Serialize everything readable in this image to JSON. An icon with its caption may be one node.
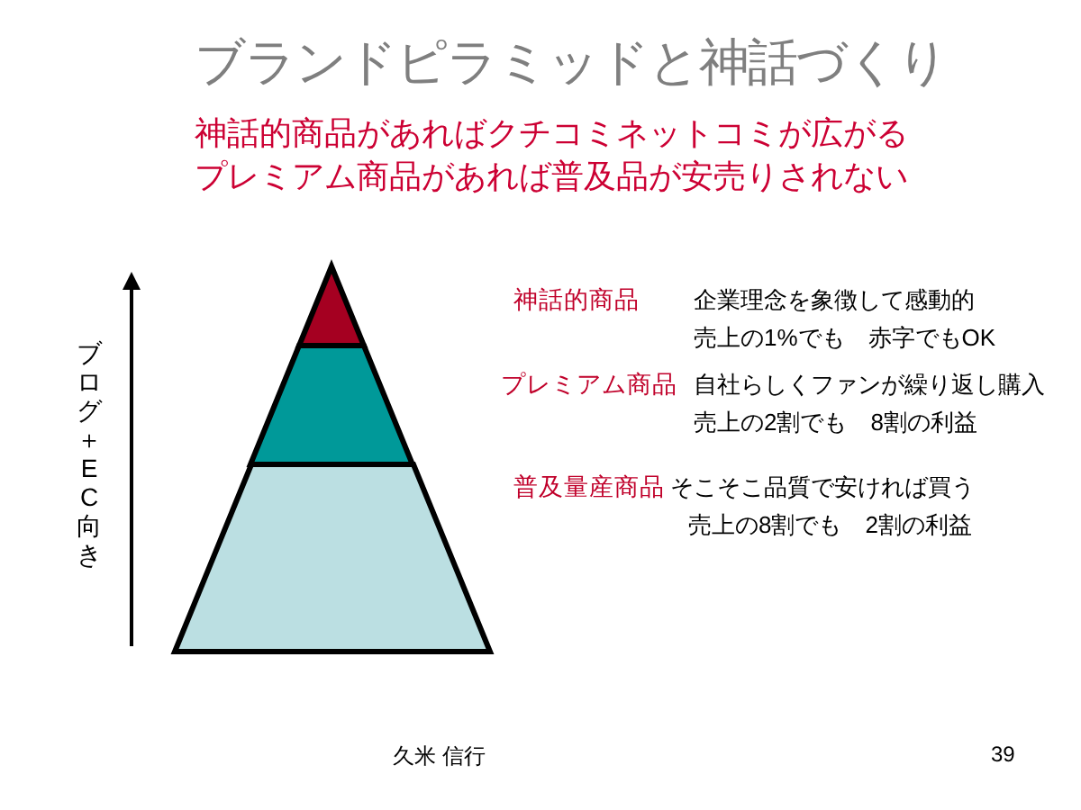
{
  "diagram": {
    "title": "ブランドピラミッドと神話づくり",
    "nodes": [
      {
        "text": [],
        "shape": "triangle",
        "beside": [
          "神話的商品",
          "企業理念を象徴して感動的",
          "売上の1%でも　赤字でもOK"
        ]
      },
      {
        "text": [],
        "shape": "trapezoid",
        "beside": [
          "プレミアム商品",
          "自社らしくファンが繰り返し購入",
          "売上の2割でも　8割の利益"
        ]
      },
      {
        "text": [],
        "shape": "trapezoid",
        "beside": [
          "普及量産商品",
          "そこそこ品質で安ければ買う",
          "売上の8割でも　2割の利益"
        ]
      }
    ],
    "edges": [],
    "labels": [
      "神話的商品があればクチコミネットコミが広がる",
      "プレミアム商品があれば普及品が安売りされない",
      "ブログ＋EC向き",
      "久米 信行",
      "39"
    ]
  }
}
